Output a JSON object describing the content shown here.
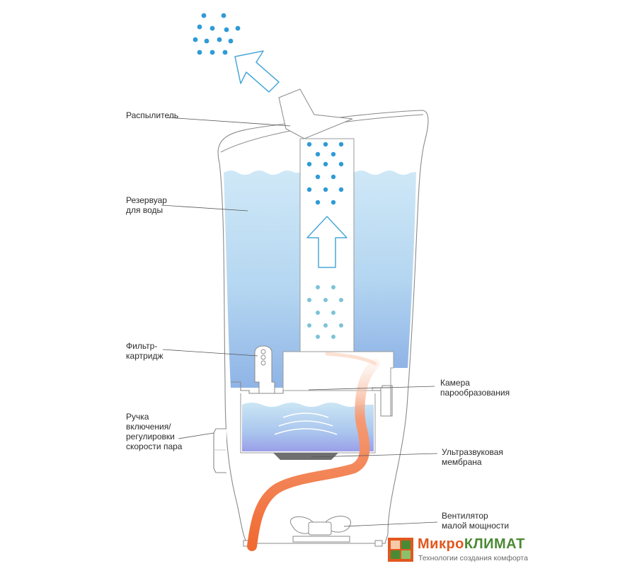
{
  "labels": {
    "sprayer": "Распылитель",
    "reservoir": "Резервуар\nдля воды",
    "filter": "Фильтр-\nкартридж",
    "knob": "Ручка\nвключения/\nрегулировки\nскорости пара",
    "chamber": "Камера\nпарообразования",
    "membrane": "Ультразвуковая\nмембрана",
    "fan": "Вентилятор\nмалой мощности"
  },
  "logo": {
    "name_part1": "Микро",
    "name_part2": "КЛИМАТ",
    "tagline": "Технологии создания комфорта"
  },
  "colors": {
    "water_top": "#c9e4f5",
    "water_bottom": "#8fb5e6",
    "droplet": "#2f9bd6",
    "droplet_light": "#7cc2d9",
    "airflow": "#f07a45",
    "logo_orange": "#e2571f",
    "logo_green": "#4b8a35"
  }
}
